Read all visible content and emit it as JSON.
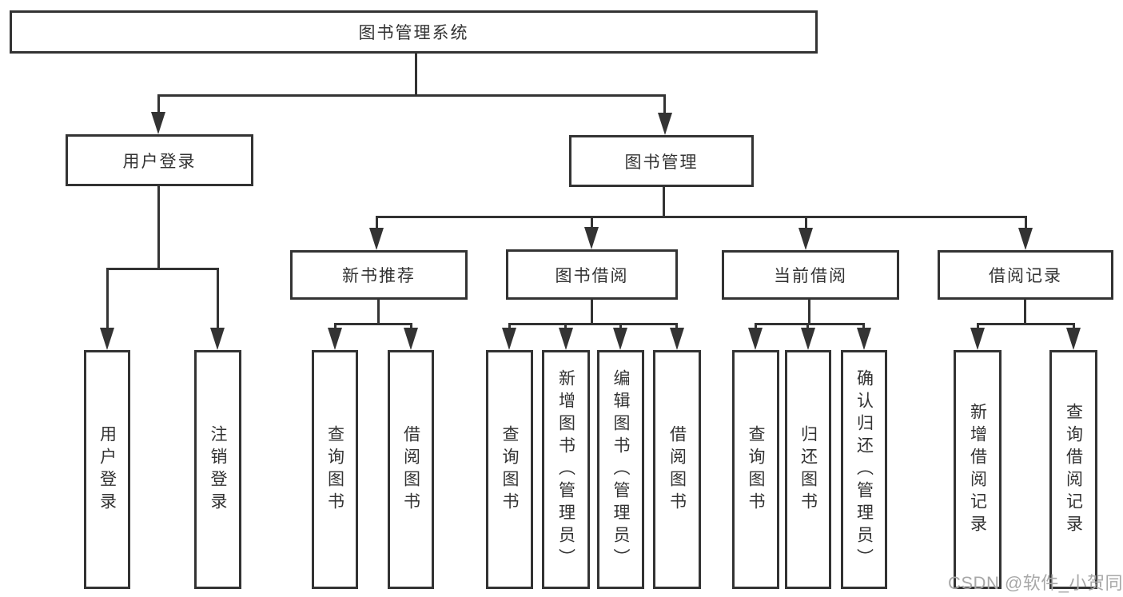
{
  "colors": {
    "line": "#333333",
    "box_background": "#ffffff",
    "text": "#333333",
    "watermark": "#a8a8a8"
  },
  "watermark": {
    "text": "CSDN @软件_小贺同学"
  },
  "tree": {
    "label": "图书管理系统",
    "children": [
      {
        "label": "用户登录",
        "children": [
          {
            "label": "用户登录"
          },
          {
            "label": "注销登录"
          }
        ]
      },
      {
        "label": "图书管理",
        "children": [
          {
            "label": "新书推荐",
            "children": [
              {
                "label": "查询图书"
              },
              {
                "label": "借阅图书"
              }
            ]
          },
          {
            "label": "图书借阅",
            "children": [
              {
                "label": "查询图书"
              },
              {
                "label": "新增图书（管理员）"
              },
              {
                "label": "编辑图书（管理员）"
              },
              {
                "label": "借阅图书"
              }
            ]
          },
          {
            "label": "当前借阅",
            "children": [
              {
                "label": "查询图书"
              },
              {
                "label": "归还图书"
              },
              {
                "label": "确认归还（管理员）"
              }
            ]
          },
          {
            "label": "借阅记录",
            "children": [
              {
                "label": "新增借阅记录"
              },
              {
                "label": "查询借阅记录"
              }
            ]
          }
        ]
      }
    ]
  }
}
